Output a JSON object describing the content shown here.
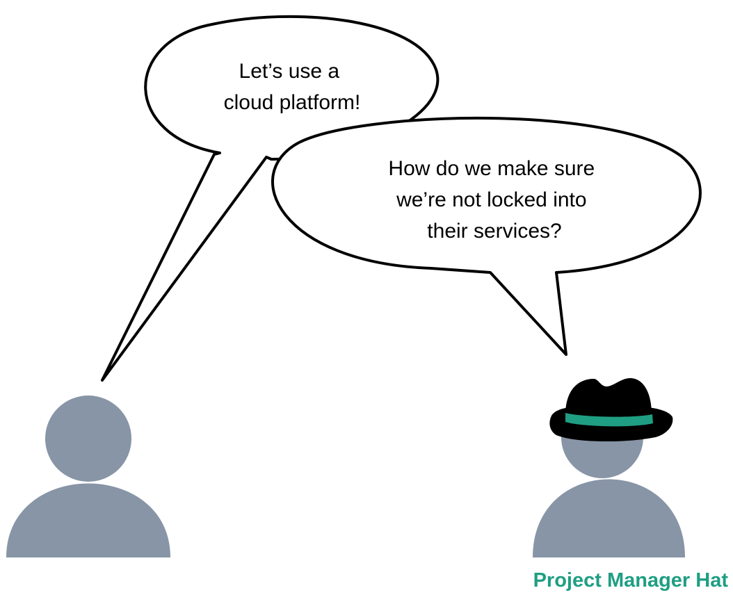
{
  "left_person": {
    "speech": {
      "lines": [
        "Let’s use a",
        "cloud platform!"
      ]
    }
  },
  "right_person": {
    "speech": {
      "lines": [
        "How do we make sure",
        "we’re not locked into",
        "their services?"
      ]
    },
    "hat": {
      "icon": "fedora-hat-icon"
    },
    "caption": "Project Manager Hat"
  },
  "colors": {
    "person": "#8795a6",
    "hat": "#000000",
    "hat_band": "#1f9e83",
    "caption": "#1f9e83",
    "bubble_fill": "#ffffff",
    "bubble_stroke": "#000000"
  }
}
